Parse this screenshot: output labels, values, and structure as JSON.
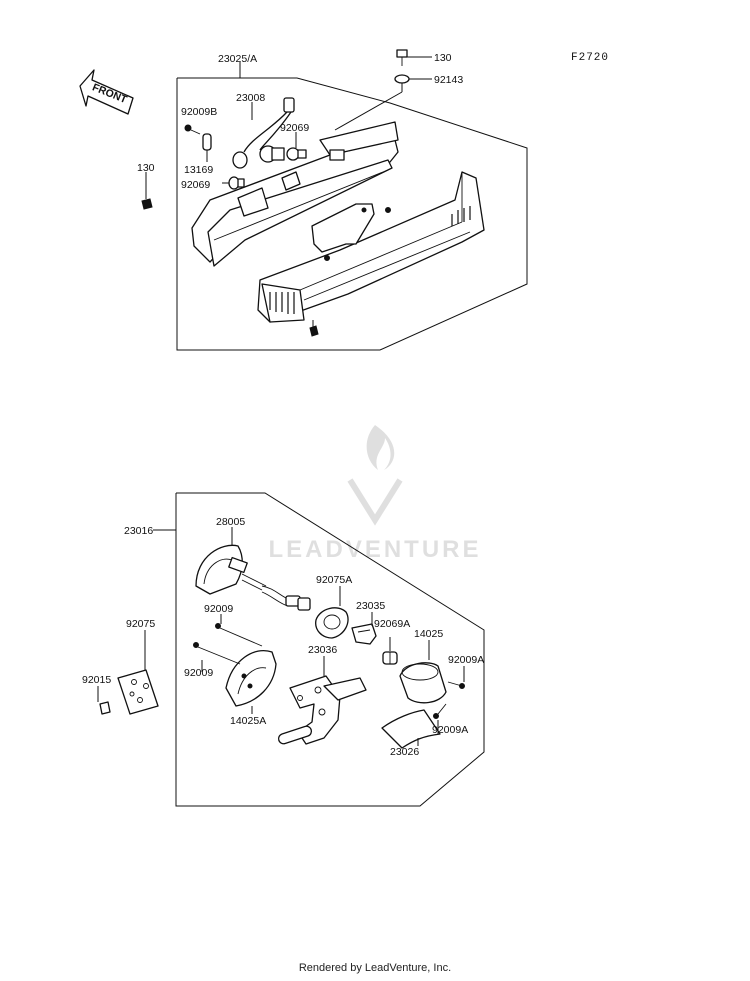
{
  "figure_code": "F2720",
  "front_label": "FRONT",
  "watermark": "LEADVENTURE",
  "footer": "Rendered by LeadVenture, Inc.",
  "labels": {
    "assy_top": "23025/A",
    "bolt_130_top": "130",
    "washer_92143": "92143",
    "socket_23008": "23008",
    "screw_92009b": "92009B",
    "bulb_92069_right": "92069",
    "bulb_13169": "13169",
    "bulb_92069_left": "92069",
    "bolt_130_left": "130",
    "assy_bottom": "23016",
    "housing_28005": "28005",
    "plate_92075": "92075",
    "nut_92015": "92015",
    "cap_92075a": "92075A",
    "screw_92009_upper": "92009",
    "screw_92009_lower": "92009",
    "socket_23035": "23035",
    "bulb_92069a": "92069A",
    "lens_14025": "14025",
    "screw_92009a_upper": "92009A",
    "bracket_23036": "23036",
    "lens_14025a": "14025A",
    "screw_92009a_lower": "92009A",
    "cover_23026": "23026"
  }
}
